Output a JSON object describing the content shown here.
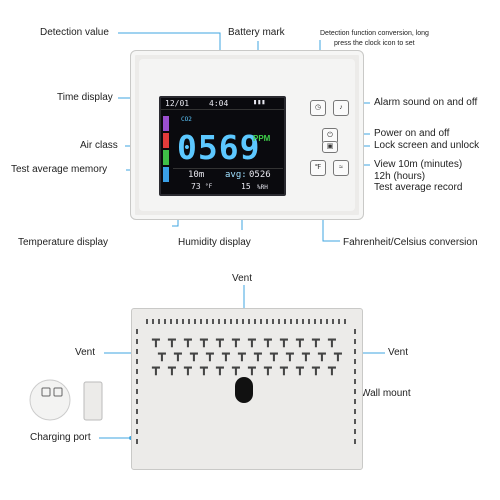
{
  "labels": {
    "detection_value": "Detection value",
    "battery_mark": "Battery mark",
    "detection_function": "Detection function conversion, long",
    "detection_function_2": "press the clock icon to set",
    "time_display": "Time display",
    "alarm_sound": "Alarm sound on and off",
    "power": "Power on and off",
    "lock_screen": "Lock screen and unlock",
    "air_class": "Air class",
    "view_10m": "View 10m (minutes)",
    "view_12h": "12h (hours)",
    "test_avg_memory": "Test average memory",
    "test_avg_record": "Test average record",
    "temperature_display": "Temperature display",
    "humidity_display": "Humidity display",
    "fahrenheit_celsius": "Fahrenheit/Celsius conversion",
    "vent_top": "Vent",
    "vent_left": "Vent",
    "vent_right": "Vent",
    "wall_mount": "Wall mount",
    "charging_port": "Charging port"
  },
  "screen": {
    "date": "12/01",
    "time": "4:04",
    "battery": "▮▮▮",
    "gas": "CO2",
    "value": "0569",
    "unit": "PPM",
    "interval": "10m",
    "avg_label": "avg:",
    "avg_value": "0526",
    "temperature": "73",
    "temp_unit": "°F",
    "humidity": "15",
    "hum_unit": "%RH"
  },
  "air_class_colors": [
    "#9b4fd0",
    "#e23b3b",
    "#3fbf47",
    "#3aa0e8"
  ],
  "buttons": [
    "clock-icon",
    "speaker-icon",
    "power-icon",
    "lock-icon",
    "thermometer-icon",
    "avg-icon"
  ]
}
